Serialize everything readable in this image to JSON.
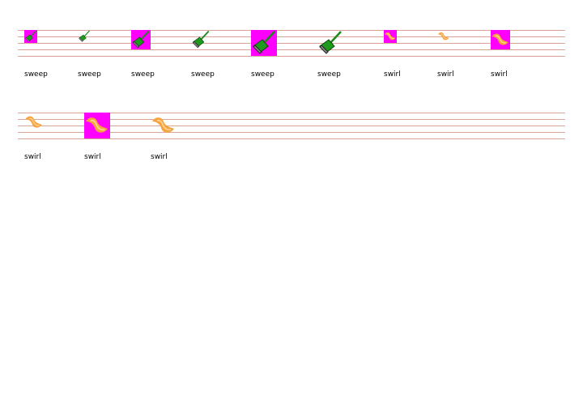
{
  "rows": [
    {
      "items": [
        {
          "label": "sweep",
          "icon": "sweep-icon",
          "size": 16,
          "magenta_bg": true
        },
        {
          "label": "sweep",
          "icon": "sweep-icon",
          "size": 16,
          "magenta_bg": false
        },
        {
          "label": "sweep",
          "icon": "sweep-icon",
          "size": 24,
          "magenta_bg": true
        },
        {
          "label": "sweep",
          "icon": "sweep-icon",
          "size": 24,
          "magenta_bg": false
        },
        {
          "label": "sweep",
          "icon": "sweep-icon",
          "size": 32,
          "magenta_bg": true
        },
        {
          "label": "sweep",
          "icon": "sweep-icon",
          "size": 32,
          "magenta_bg": false
        },
        {
          "label": "swirl",
          "icon": "swirl-icon",
          "size": 16,
          "magenta_bg": true
        },
        {
          "label": "swirl",
          "icon": "swirl-icon",
          "size": 16,
          "magenta_bg": false
        },
        {
          "label": "swirl",
          "icon": "swirl-icon",
          "size": 24,
          "magenta_bg": true
        }
      ]
    },
    {
      "items": [
        {
          "label": "swirl",
          "icon": "swirl-icon",
          "size": 24,
          "magenta_bg": false
        },
        {
          "label": "swirl",
          "icon": "swirl-icon",
          "size": 32,
          "magenta_bg": true
        },
        {
          "label": "swirl",
          "icon": "swirl-icon",
          "size": 32,
          "magenta_bg": false
        }
      ]
    }
  ]
}
